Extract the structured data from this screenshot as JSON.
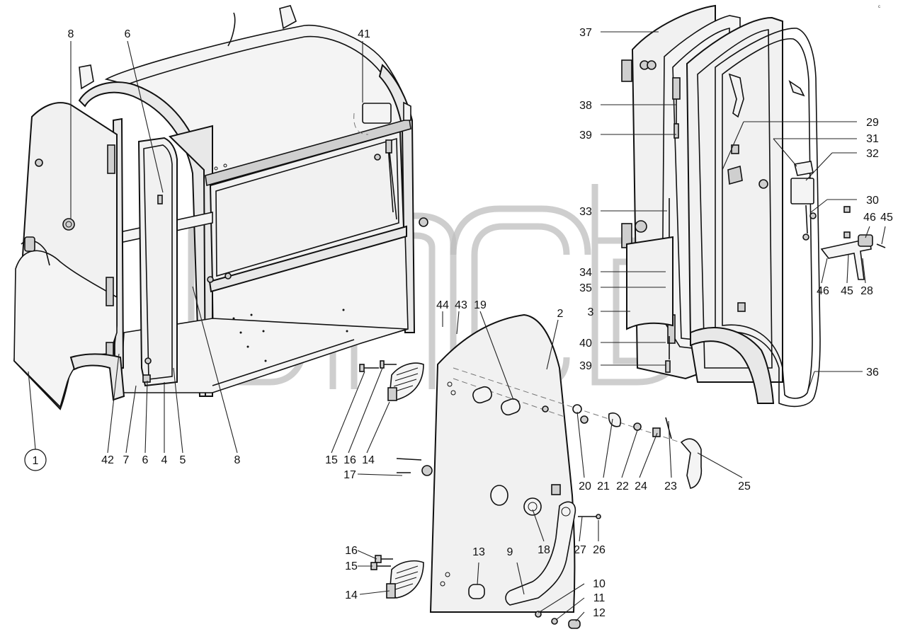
{
  "diagram": {
    "corner_code": "с",
    "callouts": {
      "c1": "1",
      "c2": "2",
      "c3": "3",
      "c4": "4",
      "c5": "5",
      "c6a": "6",
      "c6b": "6",
      "c7": "7",
      "c8a": "8",
      "c8b": "8",
      "c9": "9",
      "c10": "10",
      "c11": "11",
      "c12": "12",
      "c13": "13",
      "c14a": "14",
      "c14b": "14",
      "c15a": "15",
      "c15b": "15",
      "c16a": "16",
      "c16b": "16",
      "c17": "17",
      "c18": "18",
      "c19": "19",
      "c20": "20",
      "c21": "21",
      "c22": "22",
      "c23": "23",
      "c24": "24",
      "c25": "25",
      "c26": "26",
      "c27": "27",
      "c28": "28",
      "c29": "29",
      "c30": "30",
      "c31": "31",
      "c32": "32",
      "c33": "33",
      "c34": "34",
      "c35": "35",
      "c36": "36",
      "c37": "37",
      "c38": "38",
      "c39a": "39",
      "c39b": "39",
      "c40": "40",
      "c41": "41",
      "c42": "42",
      "c43": "43",
      "c44": "44",
      "c45a": "45",
      "c45b": "45",
      "c46a": "46",
      "c46b": "46"
    }
  }
}
